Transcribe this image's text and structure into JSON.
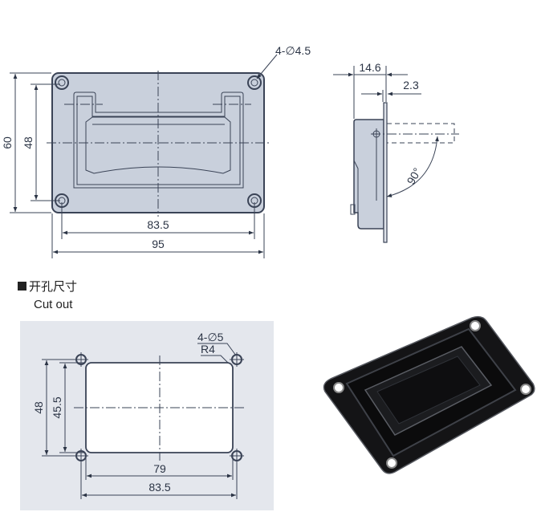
{
  "top_view": {
    "callout_holes": "4-∅4.5",
    "height_outer": "60",
    "height_holes": "48",
    "width_holes": "83.5",
    "width_outer": "95"
  },
  "side_view": {
    "depth": "14.6",
    "plate_thickness": "2.3",
    "rotation": "90°"
  },
  "cutout": {
    "title_cn": "开孔尺寸",
    "title_en": "Cut out",
    "callout_holes": "4-∅5",
    "corner_radius": "R4",
    "height_holes": "48",
    "height_opening": "45.5",
    "width_opening": "79",
    "width_holes": "83.5"
  },
  "colors": {
    "drawing_fill": "#c9d0dc",
    "panel_fill": "#e4e7ed",
    "line": "#3a4356",
    "product": "#141416"
  }
}
